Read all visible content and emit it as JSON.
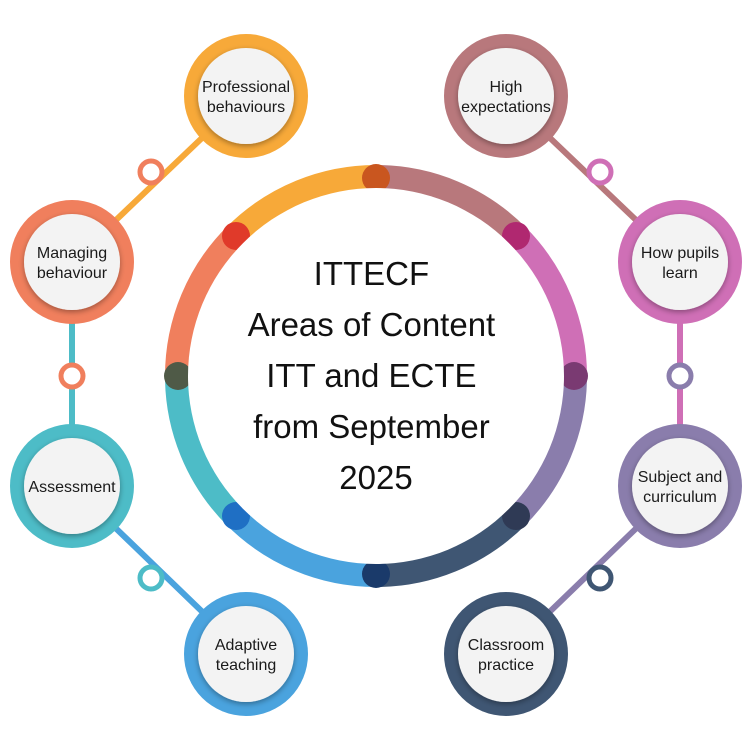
{
  "center": {
    "lines": [
      "ITTECF",
      "Areas of Content",
      "ITT and ECTE",
      "from September",
      "2025"
    ]
  },
  "nodes": [
    {
      "label_lines": [
        "Professional",
        "behaviours"
      ],
      "color": "#f7a939"
    },
    {
      "label_lines": [
        "High",
        "expectations"
      ],
      "color": "#b8787c"
    },
    {
      "label_lines": [
        "How pupils",
        "learn"
      ],
      "color": "#cf6fb6"
    },
    {
      "label_lines": [
        "Subject and",
        "curriculum"
      ],
      "color": "#8a7dac"
    },
    {
      "label_lines": [
        "Classroom",
        "practice"
      ],
      "color": "#3f5673"
    },
    {
      "label_lines": [
        "Adaptive",
        "teaching"
      ],
      "color": "#4aa3de"
    },
    {
      "label_lines": [
        "Assessment"
      ],
      "color": "#4dbcc7"
    },
    {
      "label_lines": [
        "Managing",
        "behaviour"
      ],
      "color": "#f07f5d"
    }
  ],
  "colors": {
    "ring_dots": [
      "#c9561f",
      "#b02870",
      "#7a3a72",
      "#2f3a55",
      "#1a3a6a",
      "#1f6fc4",
      "#4f5a47",
      "#e03a2a"
    ],
    "text": "#111111",
    "node_fill": "#f3f3f3"
  }
}
